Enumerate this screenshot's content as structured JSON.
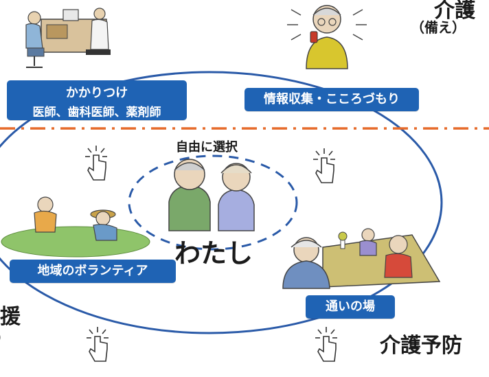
{
  "colors": {
    "label_bg": "#1f63b4",
    "ellipse": "#2a5aa8",
    "dash_divider": "#e66a2a",
    "text": "#1a1a1a"
  },
  "header": {
    "right_title_fragment": "介護",
    "right_subtitle": "（備え）"
  },
  "labels": {
    "family_doctor_line1": "かかりつけ",
    "family_doctor_line2": "医師、歯科医師、薬剤師",
    "info_gathering": "情報収集・こころづもり",
    "free_choice": "自由に選択",
    "me": "わたし",
    "volunteer": "地域のボランティア",
    "gathering_place": "通いの場",
    "care_prevention": "介護予防",
    "left_fragment_1": "援",
    "left_fragment_2": "）"
  },
  "icons": [
    "tap-hand-icon",
    "tap-hand-icon",
    "tap-hand-icon",
    "tap-hand-icon"
  ]
}
